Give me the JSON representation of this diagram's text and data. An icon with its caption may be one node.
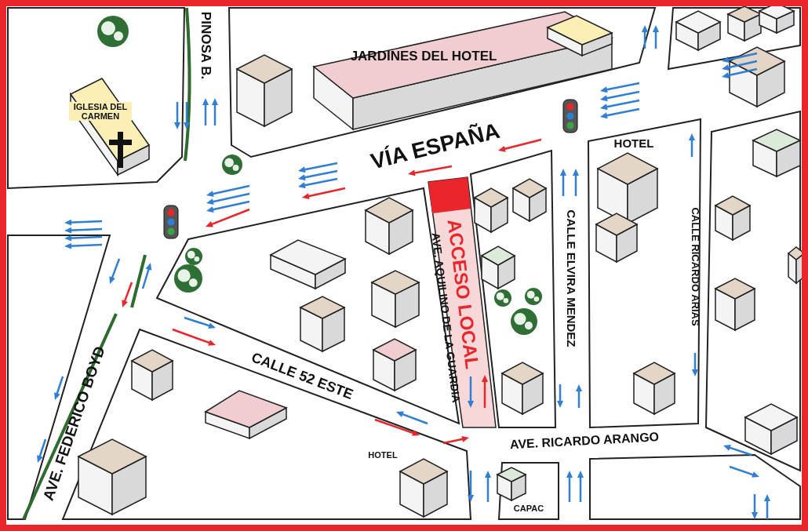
{
  "diagram": {
    "labels": [
      "PINOSA B.",
      "JARDINES DEL HOTEL",
      "IGLESIA DEL CARMEN",
      "VÍA ESPAÑA",
      "HOTEL",
      "ACCESO LOCAL",
      "AVE. AQUILINO DE LA GUARDIA",
      "CALLE ELVIRA MENDEZ",
      "CALLE RICARDO ARIAS",
      "CALLE 52 ESTE",
      "AVE. FEDERICO BOYD",
      "AVE. RICARDO ARANGO",
      "HOTEL",
      "CAPAC"
    ]
  }
}
